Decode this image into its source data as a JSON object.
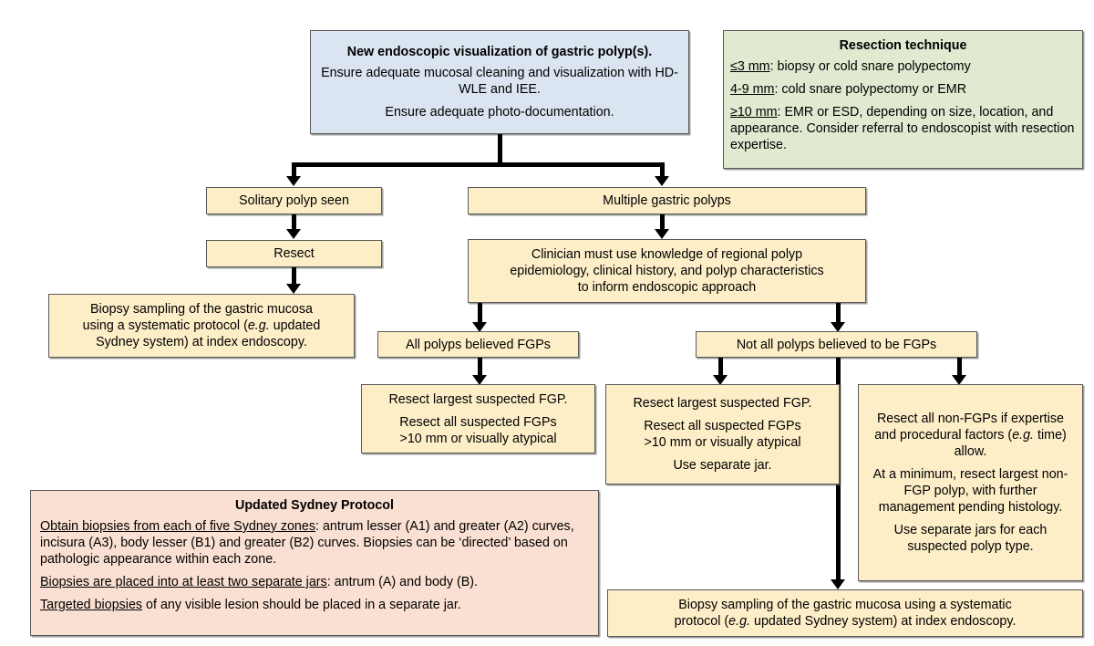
{
  "diagram": {
    "title": "Endoscopic management of gastric polyps flowchart",
    "colors": {
      "tan": "#fdeec8",
      "blue": "#dbe5f1",
      "green": "#dfead1",
      "pink": "#fae0d2",
      "border": "#595959",
      "connector": "#000000"
    }
  },
  "nodes": {
    "start": {
      "title": "New endoscopic visualization of gastric polyp(s).",
      "line1": "Ensure adequate mucosal cleaning and visualization with HD-WLE and IEE.",
      "line2": "Ensure adequate photo-documentation."
    },
    "resection_technique": {
      "title": "Resection technique",
      "item1_label": "≤3 mm",
      "item1_text": ": biopsy or cold snare polypectomy",
      "item2_label": "4-9 mm",
      "item2_text": ": cold snare polypectomy or EMR",
      "item3_label": "≥10 mm",
      "item3_text": ": EMR or ESD, depending on size, location, and appearance. Consider referral to endoscopist with resection expertise."
    },
    "solitary": {
      "label": "Solitary polyp seen"
    },
    "resect": {
      "label": "Resect"
    },
    "biopsy_left": {
      "line1": "Biopsy sampling of the gastric mucosa",
      "line2_a": "using a systematic protocol (",
      "line2_it": "e.g.",
      "line2_b": " updated",
      "line3": "Sydney system) at index endoscopy."
    },
    "multiple": {
      "label": "Multiple gastric polyps"
    },
    "clinician": {
      "line1": "Clinician must use knowledge of regional polyp",
      "line2": "epidemiology, clinical history, and polyp characteristics",
      "line3": "to inform endoscopic approach"
    },
    "all_fgps": {
      "label": "All polyps believed FGPs"
    },
    "not_all_fgps": {
      "label": "Not all polyps believed to be FGPs"
    },
    "resect_fgp_left": {
      "p1": "Resect largest suspected FGP.",
      "p2_line1": "Resect all suspected FGPs",
      "p2_line2": ">10 mm or visually atypical"
    },
    "resect_fgp_mid": {
      "p1": "Resect largest suspected FGP.",
      "p2_line1": "Resect all suspected FGPs",
      "p2_line2": ">10 mm or visually atypical",
      "p3": "Use separate jar."
    },
    "resect_non_fgp": {
      "p1_a": "Resect all non-FGPs if expertise and procedural factors (",
      "p1_it": "e.g.",
      "p1_b": " time) allow.",
      "p2": "At a minimum, resect largest non-FGP polyp, with further management pending histology.",
      "p3": "Use separate jars for each suspected polyp type."
    },
    "biopsy_bottom": {
      "line1": "Biopsy sampling of the gastric mucosa using a systematic",
      "line2_a": "protocol (",
      "line2_it": "e.g.",
      "line2_b": " updated Sydney system) at index endoscopy."
    },
    "sydney_protocol": {
      "title": "Updated Sydney Protocol",
      "p1_label": "Obtain biopsies from each of five Sydney zones",
      "p1_text": ": antrum lesser (A1) and greater (A2) curves, incisura (A3), body lesser (B1) and greater (B2) curves. Biopsies can be ‘directed’ based on pathologic appearance within each zone.",
      "p2_label": "Biopsies are placed into at least two separate jars",
      "p2_text": ": antrum (A) and body (B).",
      "p3_label": "Targeted biopsies",
      "p3_text": " of any visible lesion should be placed in a separate jar."
    }
  }
}
